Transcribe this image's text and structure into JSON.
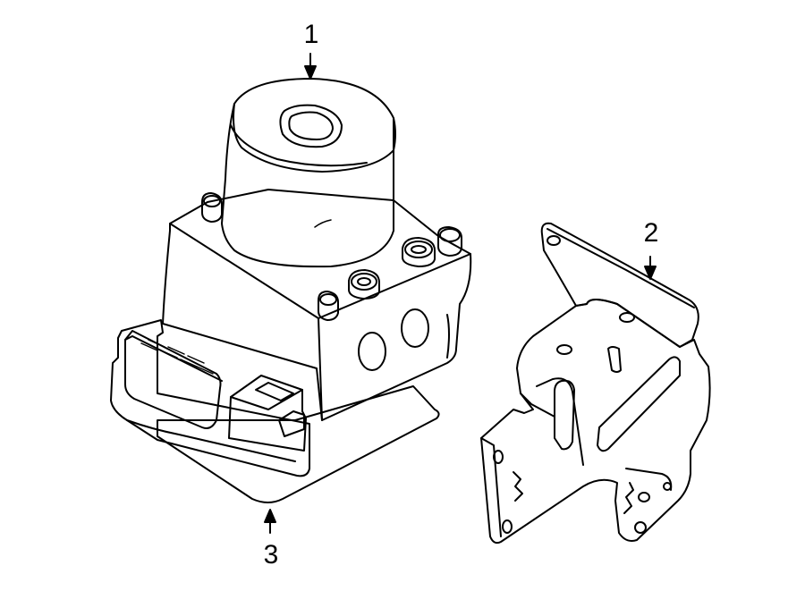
{
  "diagram": {
    "line_color": "#000000",
    "background": "#ffffff",
    "callouts": [
      {
        "label": "1",
        "part": "abs-hydraulic-pump-motor"
      },
      {
        "label": "2",
        "part": "mounting-bracket"
      },
      {
        "label": "3",
        "part": "abs-modulator-base-unit"
      }
    ]
  }
}
